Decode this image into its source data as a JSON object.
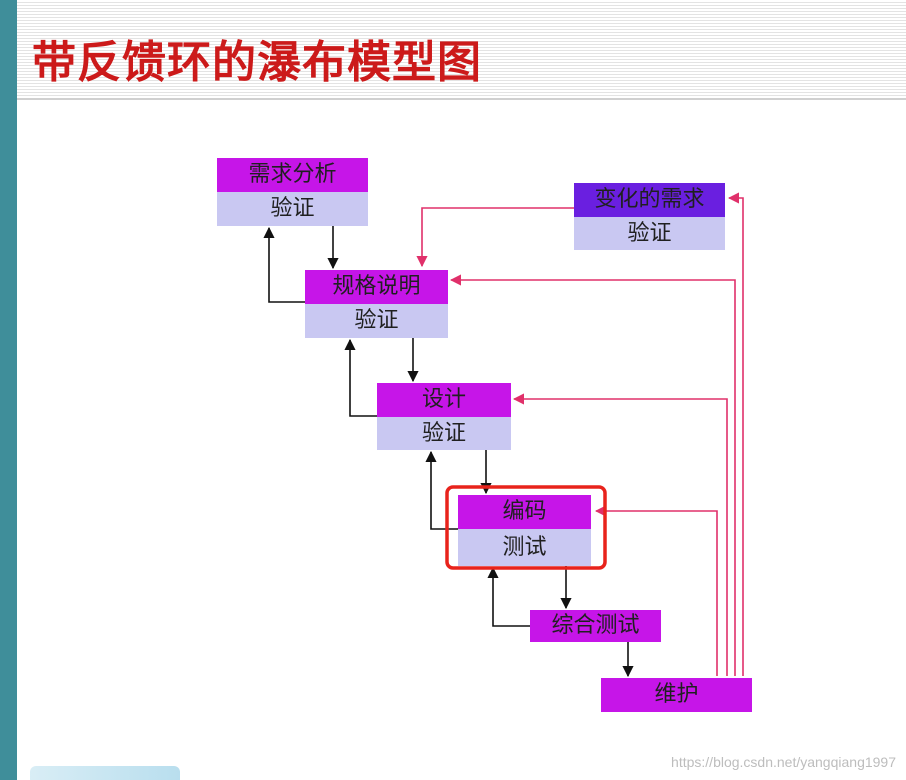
{
  "title": "带反馈环的瀑布模型图",
  "stages": {
    "requirements": {
      "label": "需求分析",
      "verify": "验证"
    },
    "spec": {
      "label": "规格说明",
      "verify": "验证"
    },
    "design": {
      "label": "设计",
      "verify": "验证"
    },
    "coding": {
      "label": "编码",
      "verify": "测试"
    },
    "integration": {
      "label": "综合测试"
    },
    "maintenance": {
      "label": "维护"
    },
    "changing_requirements": {
      "label": "变化的需求",
      "verify": "验证"
    }
  },
  "watermark": "https://blog.csdn.net/yangqiang1997",
  "colors": {
    "title": "#cc1a1a",
    "stage": "#c615e8",
    "changing_requirements": "#6a1fe0",
    "verify": "#c9c8f2",
    "highlight": "#e8231c",
    "feedback_arrow": "#e0306a",
    "flow_arrow": "#111111"
  }
}
